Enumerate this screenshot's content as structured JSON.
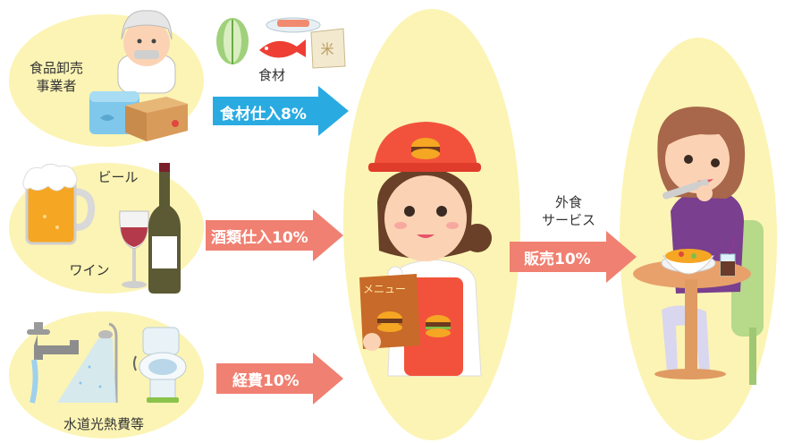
{
  "sources": {
    "wholesaler": "食品卸売\n事業者",
    "ingredients": "食材",
    "beer": "ビール",
    "wine": "ワイン",
    "utilities": "水道光熱費等"
  },
  "flows": {
    "ingredients_purchase": "食材仕入8%",
    "liquor_purchase": "酒類仕入10%",
    "expenses": "経費10%",
    "service_label": "外食\nサービス",
    "sales": "販売10%"
  },
  "menu": {
    "title": "メニュー"
  },
  "colors": {
    "blue_arrow": "#29abe2",
    "red_arrow": "#f08071",
    "blob": "#fcf4b4"
  }
}
